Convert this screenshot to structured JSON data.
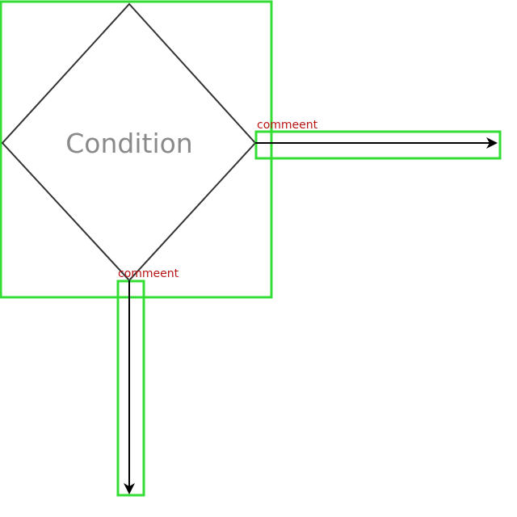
{
  "colors": {
    "bounding_box": "#33dd33",
    "diamond_stroke": "#333333",
    "edge_stroke": "#000000",
    "edge_label": "#b81414",
    "node_label": "#8a8a8a",
    "background": "#ffffff"
  },
  "nodes": [
    {
      "id": "condition",
      "shape": "diamond",
      "label": "Condition"
    }
  ],
  "edges": [
    {
      "id": "edge-right",
      "from": "condition",
      "direction": "right",
      "label": "commeent"
    },
    {
      "id": "edge-down",
      "from": "condition",
      "direction": "down",
      "label": "commeent"
    }
  ]
}
